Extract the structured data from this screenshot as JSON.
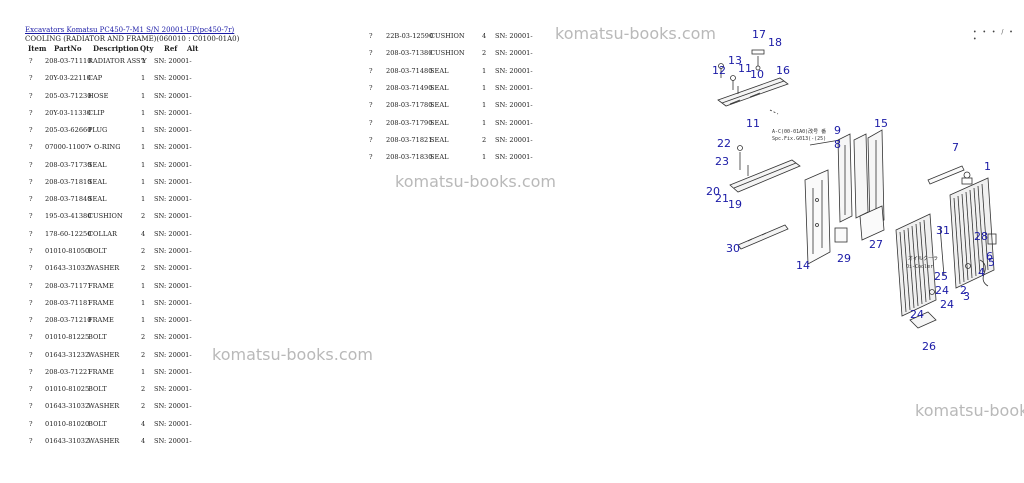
{
  "header": {
    "link_text": "Excavators Komatsu PC450-7-M1 S/N 20001-UP(pc450-7r)",
    "subtitle": "COOLING (RADIATOR AND FRAME)(060010 : C0100-01A0)"
  },
  "columns": [
    "Item",
    "PartNo",
    "Description",
    "Qty",
    "Ref",
    "Alt"
  ],
  "parts_left": [
    {
      "item": "?",
      "part_no": "208-03-71110",
      "desc": "RADIATOR ASS'Y",
      "qty": "1",
      "ref": "SN: 20001-"
    },
    {
      "item": "?",
      "part_no": "20Y-03-22110",
      "desc": "CAP",
      "qty": "1",
      "ref": "SN: 20001-"
    },
    {
      "item": "?",
      "part_no": "205-03-71230",
      "desc": "HOSE",
      "qty": "1",
      "ref": "SN: 20001-"
    },
    {
      "item": "?",
      "part_no": "20Y-03-11330",
      "desc": "CLIP",
      "qty": "1",
      "ref": "SN: 20001-"
    },
    {
      "item": "?",
      "part_no": "205-03-62660",
      "desc": "PLUG",
      "qty": "1",
      "ref": "SN: 20001-"
    },
    {
      "item": "?",
      "part_no": "07000-11007",
      "desc": "• O-RING",
      "qty": "1",
      "ref": "SN: 20001-"
    },
    {
      "item": "?",
      "part_no": "208-03-71730",
      "desc": "SEAL",
      "qty": "1",
      "ref": "SN: 20001-"
    },
    {
      "item": "?",
      "part_no": "208-03-71810",
      "desc": "SEAL",
      "qty": "1",
      "ref": "SN: 20001-"
    },
    {
      "item": "?",
      "part_no": "208-03-71840",
      "desc": "SEAL",
      "qty": "1",
      "ref": "SN: 20001-"
    },
    {
      "item": "?",
      "part_no": "195-03-41380",
      "desc": "CUSHION",
      "qty": "2",
      "ref": "SN: 20001-"
    },
    {
      "item": "?",
      "part_no": "178-60-12250",
      "desc": "COLLAR",
      "qty": "4",
      "ref": "SN: 20001-"
    },
    {
      "item": "?",
      "part_no": "01010-81050",
      "desc": "BOLT",
      "qty": "2",
      "ref": "SN: 20001-"
    },
    {
      "item": "?",
      "part_no": "01643-31032",
      "desc": "WASHER",
      "qty": "2",
      "ref": "SN: 20001-"
    },
    {
      "item": "?",
      "part_no": "208-03-71171",
      "desc": "FRAME",
      "qty": "1",
      "ref": "SN: 20001-"
    },
    {
      "item": "?",
      "part_no": "208-03-71181",
      "desc": "FRAME",
      "qty": "1",
      "ref": "SN: 20001-"
    },
    {
      "item": "?",
      "part_no": "208-03-71210",
      "desc": "FRAME",
      "qty": "1",
      "ref": "SN: 20001-"
    },
    {
      "item": "?",
      "part_no": "01010-81225",
      "desc": "BOLT",
      "qty": "2",
      "ref": "SN: 20001-"
    },
    {
      "item": "?",
      "part_no": "01643-31232",
      "desc": "WASHER",
      "qty": "2",
      "ref": "SN: 20001-"
    },
    {
      "item": "?",
      "part_no": "208-03-71221",
      "desc": "FRAME",
      "qty": "1",
      "ref": "SN: 20001-"
    },
    {
      "item": "?",
      "part_no": "01010-81025",
      "desc": "BOLT",
      "qty": "2",
      "ref": "SN: 20001-"
    },
    {
      "item": "?",
      "part_no": "01643-31032",
      "desc": "WASHER",
      "qty": "2",
      "ref": "SN: 20001-"
    },
    {
      "item": "?",
      "part_no": "01010-81020",
      "desc": "BOLT",
      "qty": "4",
      "ref": "SN: 20001-"
    },
    {
      "item": "?",
      "part_no": "01643-31032",
      "desc": "WASHER",
      "qty": "4",
      "ref": "SN: 20001-"
    }
  ],
  "parts_right": [
    {
      "item": "?",
      "part_no": "22B-03-12590",
      "desc": "CUSHION",
      "qty": "4",
      "ref": "SN: 20001-"
    },
    {
      "item": "?",
      "part_no": "208-03-71380",
      "desc": "CUSHION",
      "qty": "2",
      "ref": "SN: 20001-"
    },
    {
      "item": "?",
      "part_no": "208-03-71480",
      "desc": "SEAL",
      "qty": "1",
      "ref": "SN: 20001-"
    },
    {
      "item": "?",
      "part_no": "208-03-71490",
      "desc": "SEAL",
      "qty": "1",
      "ref": "SN: 20001-"
    },
    {
      "item": "?",
      "part_no": "208-03-71780",
      "desc": "SEAL",
      "qty": "1",
      "ref": "SN: 20001-"
    },
    {
      "item": "?",
      "part_no": "208-03-71790",
      "desc": "SEAL",
      "qty": "1",
      "ref": "SN: 20001-"
    },
    {
      "item": "?",
      "part_no": "208-03-71821",
      "desc": "SEAL",
      "qty": "2",
      "ref": "SN: 20001-"
    },
    {
      "item": "?",
      "part_no": "208-03-71830",
      "desc": "SEAL",
      "qty": "1",
      "ref": "SN: 20001-"
    }
  ],
  "watermarks": [
    "komatsu-books.com",
    "komatsu-books.com",
    "komatsu-books.com",
    "komatsu-books.com"
  ],
  "top_marks": "• • • / • •",
  "diagram": {
    "callouts": [
      "17",
      "18",
      "12",
      "13",
      "11",
      "10",
      "16",
      "11",
      "22",
      "23",
      "20",
      "21",
      "19",
      "30",
      "9",
      "8",
      "15",
      "14",
      "29",
      "27",
      "7",
      "1",
      "31",
      "28",
      "25",
      "24",
      "24",
      "24",
      "2",
      "6",
      "5",
      "4",
      "3",
      "26"
    ],
    "note_line1": "A-C(00-01A0)改号 番",
    "note_line2": "Spc.Fix.G013(-(25)",
    "oil_cooler_line1": "オイルクーラ",
    "oil_cooler_line2": "Oi-Cooler"
  }
}
